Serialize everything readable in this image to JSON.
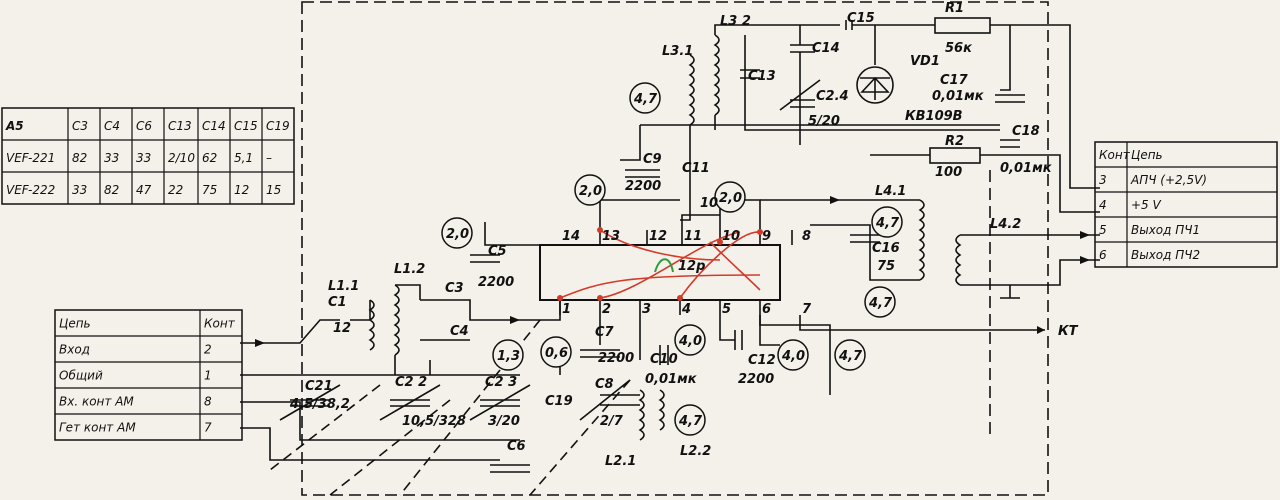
{
  "variant_table": {
    "header": [
      "A5",
      "C3",
      "C4",
      "C6",
      "C13",
      "C14",
      "C15",
      "C19"
    ],
    "rows": [
      [
        "VEF-221",
        "82",
        "33",
        "33",
        "2/10",
        "62",
        "5,1",
        "–"
      ],
      [
        "VEF-222",
        "33",
        "82",
        "47",
        "22",
        "75",
        "12",
        "15"
      ]
    ]
  },
  "input_table": {
    "header": [
      "Цепь",
      "Конт"
    ],
    "rows": [
      [
        "Вход",
        "2"
      ],
      [
        "Общий",
        "1"
      ],
      [
        "Вх. конт АМ",
        "8"
      ],
      [
        "Гет конт АМ",
        "7"
      ]
    ]
  },
  "output_table": {
    "header": [
      "Конт",
      "Цепь"
    ],
    "rows": [
      [
        "3",
        "АПЧ (+2,5V)"
      ],
      [
        "4",
        "+5 V"
      ],
      [
        "5",
        "Выход ПЧ1"
      ],
      [
        "6",
        "Выход ПЧ2"
      ]
    ]
  },
  "ic": {
    "label": "12p",
    "pin_top": [
      "14",
      "13",
      "12",
      "11",
      "10",
      "9",
      "8"
    ],
    "pin_bottom": [
      "1",
      "2",
      "3",
      "4",
      "5",
      "6",
      "7"
    ]
  },
  "components": {
    "C1": "C1",
    "C1v": "12",
    "C2": "C2 2",
    "C2v": "10,5/328",
    "C21": "C21",
    "C21v": "4,5/38,2",
    "C23": "C2 3",
    "C23v": "3/20",
    "C3": "C3",
    "C4": "C4",
    "C5": "C5",
    "C5v": "2200",
    "C6": "C6",
    "C7": "C7",
    "C7v": "2200",
    "C8": "C8",
    "C8v": "2/7",
    "C9": "C9",
    "C9v": "2200",
    "C10": "C10",
    "C10v": "0,01мк",
    "C11": "C11",
    "C11v": "10",
    "C12": "C12",
    "C12v": "2200",
    "C13": "C13",
    "C14": "C14",
    "C15": "C15",
    "C16": "C16",
    "C16v": "75",
    "C17": "C17",
    "C17v": "0,01мк",
    "C18": "C18",
    "C18v": "0,01мк",
    "C19": "C19",
    "C24": "C2.4",
    "C24v": "5/20",
    "R1": "R1",
    "R1v": "56к",
    "R2": "R2",
    "R2v": "100",
    "VD1": "VD1",
    "VD1v": "КВ109В",
    "L11": "L1.1",
    "L12": "L1.2",
    "L21": "L2.1",
    "L22": "L2.2",
    "L31": "L3.1",
    "L32": "L3 2",
    "L41": "L4.1",
    "L42": "L4.2",
    "KT": "КТ"
  },
  "voltages": [
    "4,7",
    "2,0",
    "2,0",
    "2,0",
    "1,3",
    "0,6",
    "4,0",
    "4,0",
    "4,7",
    "4,7",
    "4,7",
    "4,7"
  ]
}
